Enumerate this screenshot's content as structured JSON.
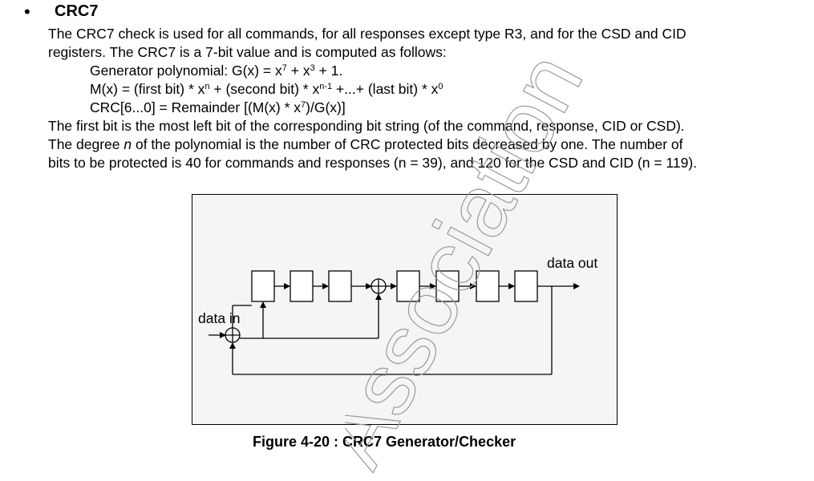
{
  "section": {
    "bullet": "•",
    "heading": "CRC7"
  },
  "paragraph1": {
    "line1": "The CRC7 check is used for all commands, for all responses except type R3, and for the CSD and CID",
    "line2": "registers. The CRC7 is a 7-bit value and is computed as follows:"
  },
  "formulas": {
    "generator_prefix": "Generator polynomial: G(x) = x",
    "generator_exp1": "7",
    "generator_mid": " + x",
    "generator_exp2": "3",
    "generator_suffix": " + 1.",
    "m_prefix": "M(x) = (first bit) * x",
    "m_exp1": "n",
    "m_mid1": " + (second bit) * x",
    "m_exp2": "n-1",
    "m_mid2": " +...+ (last bit) * x",
    "m_exp3": "0",
    "crc_prefix": "CRC[6...0] = Remainder [(M(x) * x",
    "crc_exp": "7",
    "crc_suffix": ")/G(x)]"
  },
  "paragraph2": {
    "line1": "The first bit is the most left bit of the corresponding bit string (of the command, response, CID or CSD).",
    "line2_pre": "The degree ",
    "line2_var": "n",
    "line2_post": " of the polynomial is the number of CRC protected bits decreased by one. The number of",
    "line3": "bits to be protected is 40 for commands and responses (n = 39), and 120 for the CSD and CID (n = 119)."
  },
  "figure": {
    "label_in": "data in",
    "label_out": "data out",
    "caption": "Figure 4-20 : CRC7 Generator/Checker",
    "register_count": 7
  },
  "watermark": {
    "text": "Association"
  }
}
